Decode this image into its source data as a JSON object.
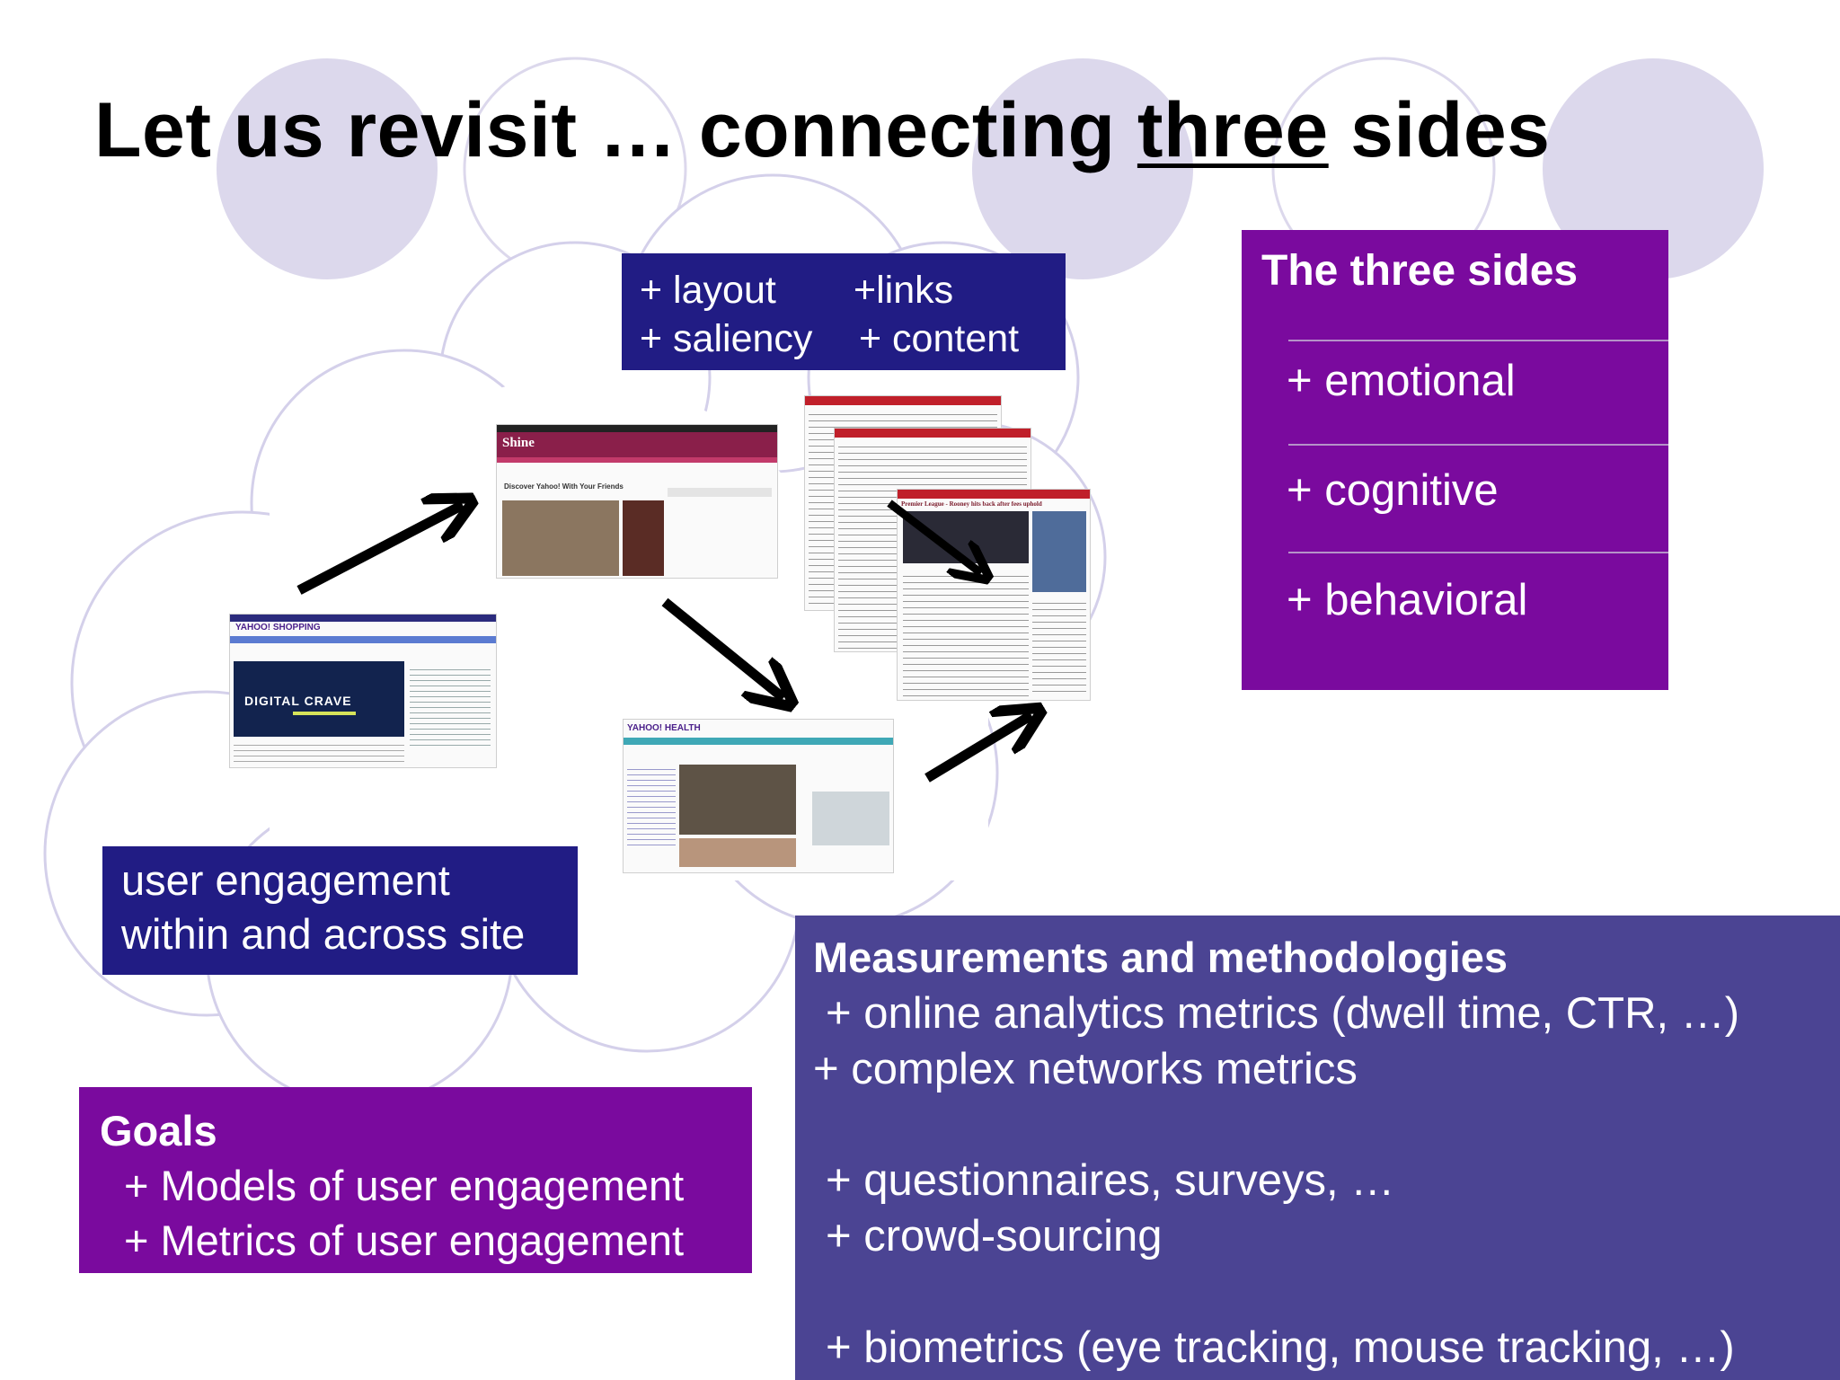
{
  "title": {
    "pre": "Let us revisit … connecting ",
    "underlined": "three",
    "post": " sides"
  },
  "features": {
    "layout": "+ layout",
    "links": "+links",
    "saliency": "+ saliency",
    "content": "+ content"
  },
  "three_sides": {
    "heading": "The three sides",
    "items": [
      "+ emotional",
      "+ cognitive",
      "+ behavioral"
    ]
  },
  "engagement": {
    "line1": "user engagement",
    "line2": "within and across site"
  },
  "goals": {
    "heading": "Goals",
    "items": [
      "+ Models of user engagement",
      "+ Metrics of user engagement"
    ]
  },
  "measurements": {
    "heading": "Measurements and methodologies",
    "items": [
      "+ online analytics metrics (dwell time, CTR, …)",
      "+ complex networks metrics",
      "+ questionnaires, surveys, …",
      "+ crowd-sourcing",
      "+ biometrics (eye tracking, mouse tracking, …)"
    ]
  },
  "screenshots": {
    "shopping": {
      "logo": "YAHOO! SHOPPING",
      "banner": "DIGITAL CRAVE"
    },
    "shine": {
      "logo": "Shine",
      "headline": "Discover Yahoo! With Your Friends"
    },
    "health": {
      "logo": "YAHOO! HEALTH"
    },
    "news_pages": {
      "headline": "Premier League - Rooney hits back after fees uphold"
    }
  },
  "colors": {
    "navy": "#211c84",
    "purple": "#7a0a9e",
    "slate": "#4b4493",
    "lavender_circle": "#dcd8ec",
    "cloud_outline": "#d4d0ea"
  }
}
